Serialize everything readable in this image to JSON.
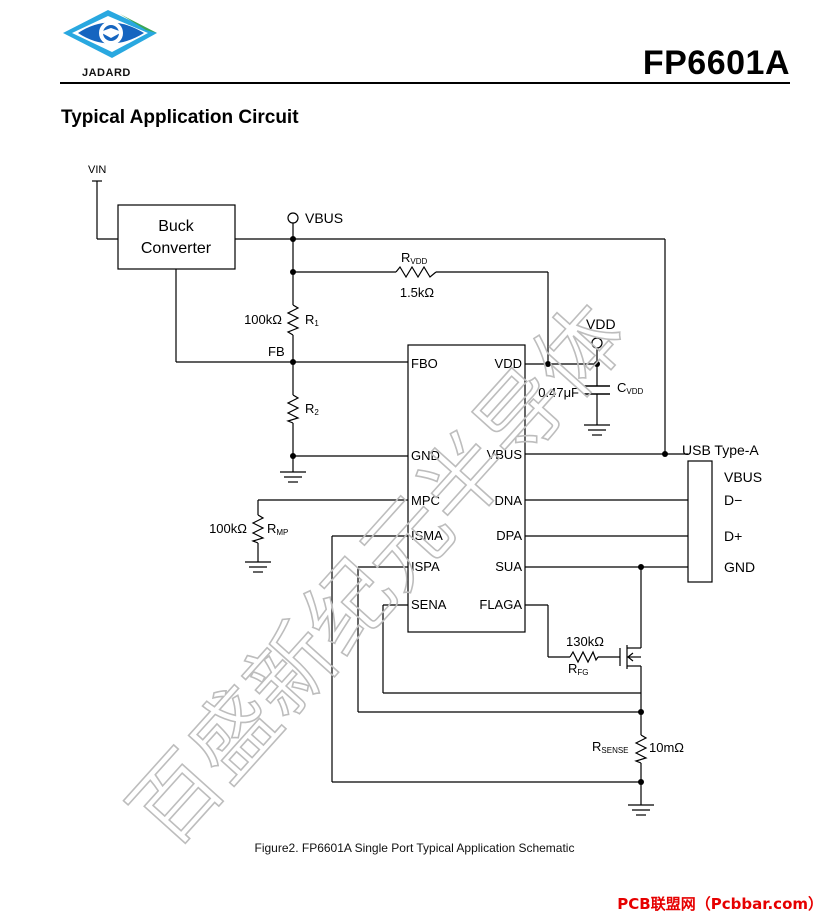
{
  "header": {
    "brand": "JADARD",
    "part_number": "FP6601A",
    "logo_colors": {
      "blue": "#1565c0",
      "light_blue": "#29a8e0",
      "green": "#3aa655"
    }
  },
  "section_title": "Typical Application Circuit",
  "schematic": {
    "supply": {
      "vin": "VIN",
      "buck_line1": "Buck",
      "buck_line2": "Converter",
      "vbus_node": "VBUS"
    },
    "resistors": {
      "rvdd_main": "R",
      "rvdd_sub": "VDD",
      "rvdd_value": "1.5kΩ",
      "r1_value": "100kΩ",
      "r1_main": "R",
      "r1_sub": "1",
      "fb": "FB",
      "r2_main": "R",
      "r2_sub": "2",
      "rmp_value": "100kΩ",
      "rmp_main": "R",
      "rmp_sub": "MP",
      "rfg_value": "130kΩ",
      "rfg_main": "R",
      "rfg_sub": "FG",
      "rsense_main": "R",
      "rsense_sub": "SENSE",
      "rsense_value": "10mΩ"
    },
    "capacitor": {
      "vdd_label": "VDD",
      "value": "0.47μF",
      "main": "C",
      "sub": "VDD"
    },
    "ic_pins": {
      "left": [
        "FBO",
        "GND",
        "MPC",
        "ISMA",
        "ISPA",
        "SENA"
      ],
      "right": [
        "VDD",
        "VBUS",
        "DNA",
        "DPA",
        "SUA",
        "FLAGA"
      ]
    },
    "usb": {
      "title": "USB Type-A",
      "pins": [
        "VBUS",
        "D−",
        "D+",
        "GND"
      ]
    }
  },
  "watermark": "百盛新纪元半导体",
  "caption": "Figure2. FP6601A Single Port Typical Application Schematic",
  "footer_credit": "PCB联盟网（Pcbbar.com）"
}
